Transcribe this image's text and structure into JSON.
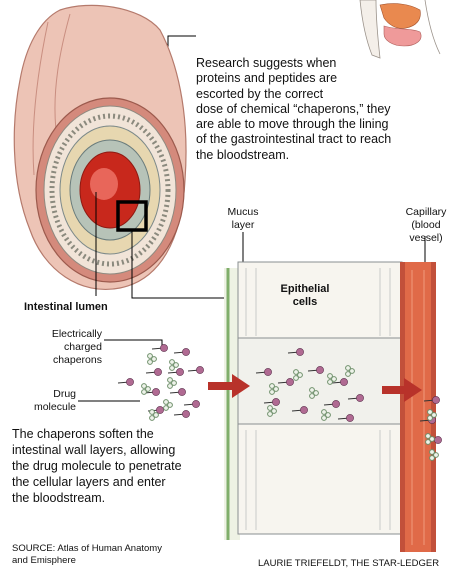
{
  "description_lines": [
    "Research suggests when",
    "proteins and peptides are",
    "escorted by the correct",
    "dose of chemical “chaperons,” they",
    "are able to move through the lining",
    "of the gastrointestinal tract to reach",
    "the bloodstream."
  ],
  "labels": {
    "mucus_layer": [
      "Mucus",
      "layer"
    ],
    "capillary": [
      "Capillary",
      "(blood",
      "vessel)"
    ],
    "epithelial_cells": [
      "Epithelial",
      "cells"
    ],
    "intestinal_lumen": "Intestinal lumen",
    "electrically_charged_chaperons": [
      "Electrically",
      "charged",
      "chaperons"
    ],
    "drug_molecule": [
      "Drug",
      "molecule"
    ]
  },
  "caption_lines": [
    "The chaperons soften the",
    "intestinal wall layers, allowing",
    "the drug molecule to penetrate",
    "the cellular layers and enter",
    "the bloodstream."
  ],
  "source_lines": [
    "SOURCE: Atlas of Human Anatomy",
    "and Emisphere"
  ],
  "credit": "LAURIE TRIEFELDT, THE STAR-LEDGER",
  "colors": {
    "intestine_outer": "#e8b6a8",
    "intestine_wall": "#d9877a",
    "lumen_red": "#c8281c",
    "capillary": "#e06a48",
    "chaperon": "#b06a92",
    "drug": "#6e8f6a",
    "arrow": "#b8322a",
    "mucus": "#7fae6a"
  }
}
